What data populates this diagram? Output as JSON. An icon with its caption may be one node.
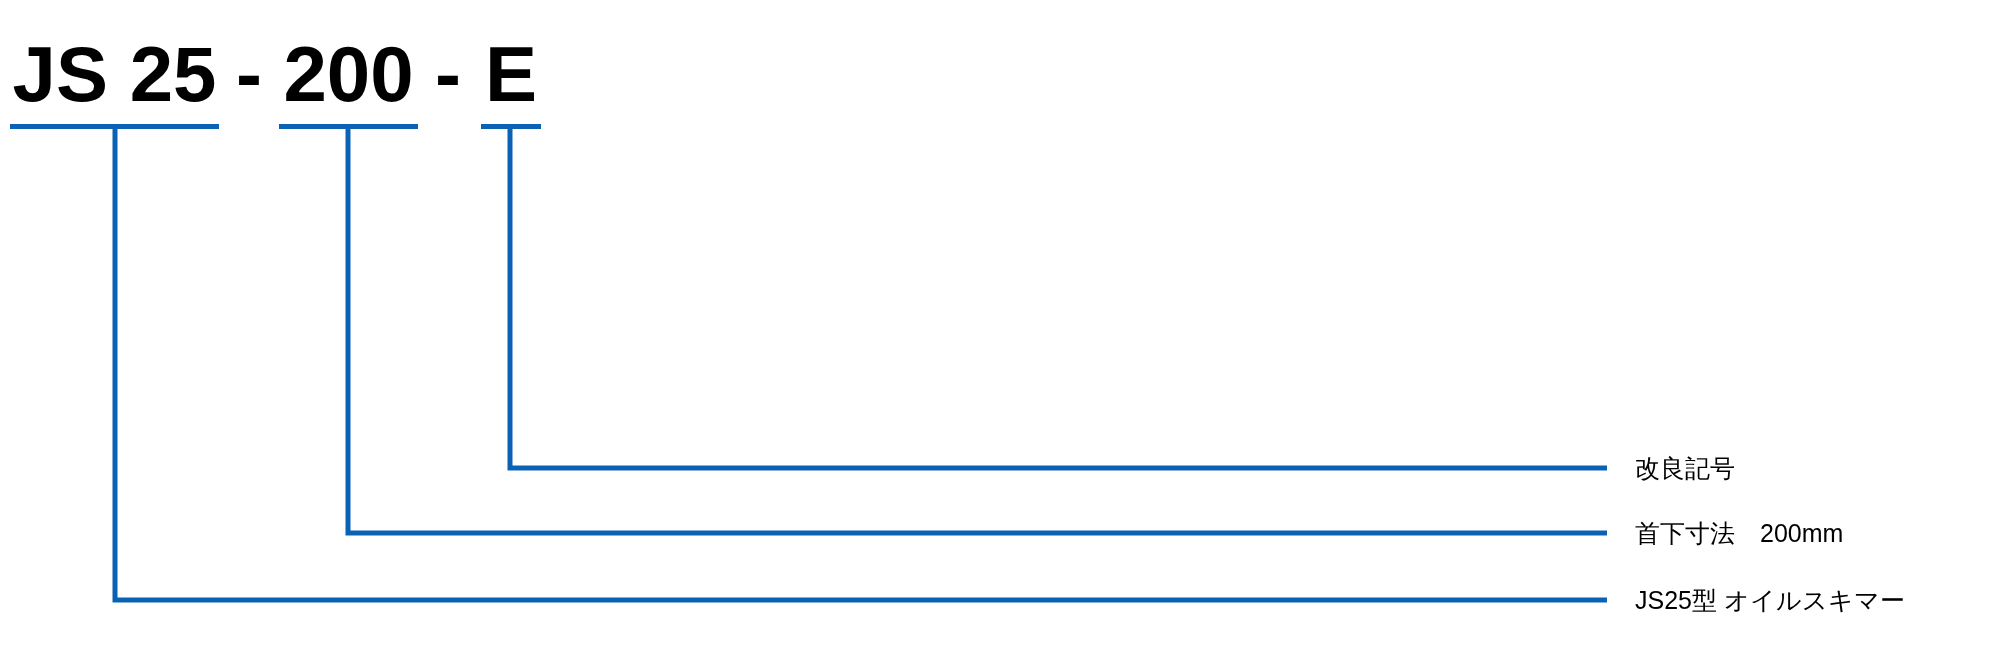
{
  "diagram": {
    "nodes": [
      {
        "text": [
          "JS 25"
        ]
      },
      {
        "text": [
          "200"
        ]
      },
      {
        "text": [
          "E"
        ]
      },
      {
        "text": [
          "改良記号"
        ]
      },
      {
        "text": [
          "首下寸法　200mm"
        ]
      },
      {
        "text": [
          "JS25型 オイルスキマー"
        ]
      }
    ],
    "edges": [
      {
        "from": 2,
        "to": 3,
        "arrow": "none"
      },
      {
        "from": 1,
        "to": 4,
        "arrow": "none"
      },
      {
        "from": 0,
        "to": 5,
        "arrow": "none"
      }
    ],
    "labels": [
      "-",
      "-"
    ]
  }
}
